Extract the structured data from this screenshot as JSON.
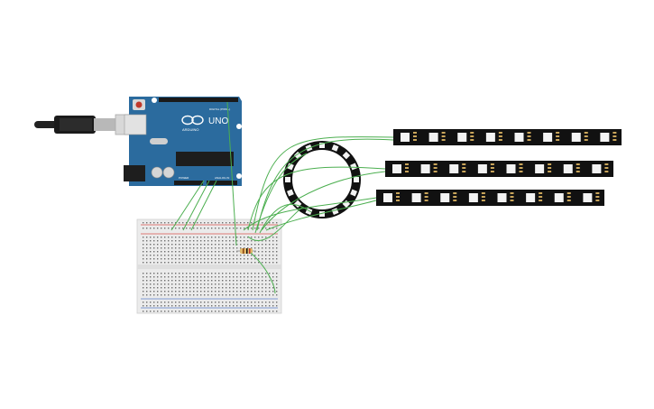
{
  "canvas": {
    "background": "#ffffff"
  },
  "colors": {
    "arduino_board": "#2b6b9e",
    "arduino_board_dark": "#1f4f78",
    "wire": "#4caf50",
    "breadboard": "#ebebeb",
    "breadboard_rail_red": "#d9534f",
    "breadboard_rail_blue": "#5b7fc7",
    "led_strip": "#111111",
    "led_pixel": "#f3f3f3",
    "ring": "#111111",
    "resistor": "#e0b86a"
  },
  "arduino": {
    "model_text": "UNO",
    "brand_text": "ARDUINO",
    "digital_label": "DIGITAL (PWM~)",
    "power_label": "POWER",
    "analog_label": "ANALOG IN",
    "icon": "arduino-infinity-logo"
  },
  "components": {
    "usb_cable_icon": "usb-cable-icon",
    "breadboard_icon": "breadboard-icon",
    "ring_icon": "neopixel-ring-icon",
    "strip_icon": "neopixel-strip-icon",
    "resistor_icon": "resistor-icon",
    "ring_pixel_count": 16,
    "strips": [
      {
        "pixel_count": 8
      },
      {
        "pixel_count": 8
      },
      {
        "pixel_count": 8
      }
    ]
  }
}
